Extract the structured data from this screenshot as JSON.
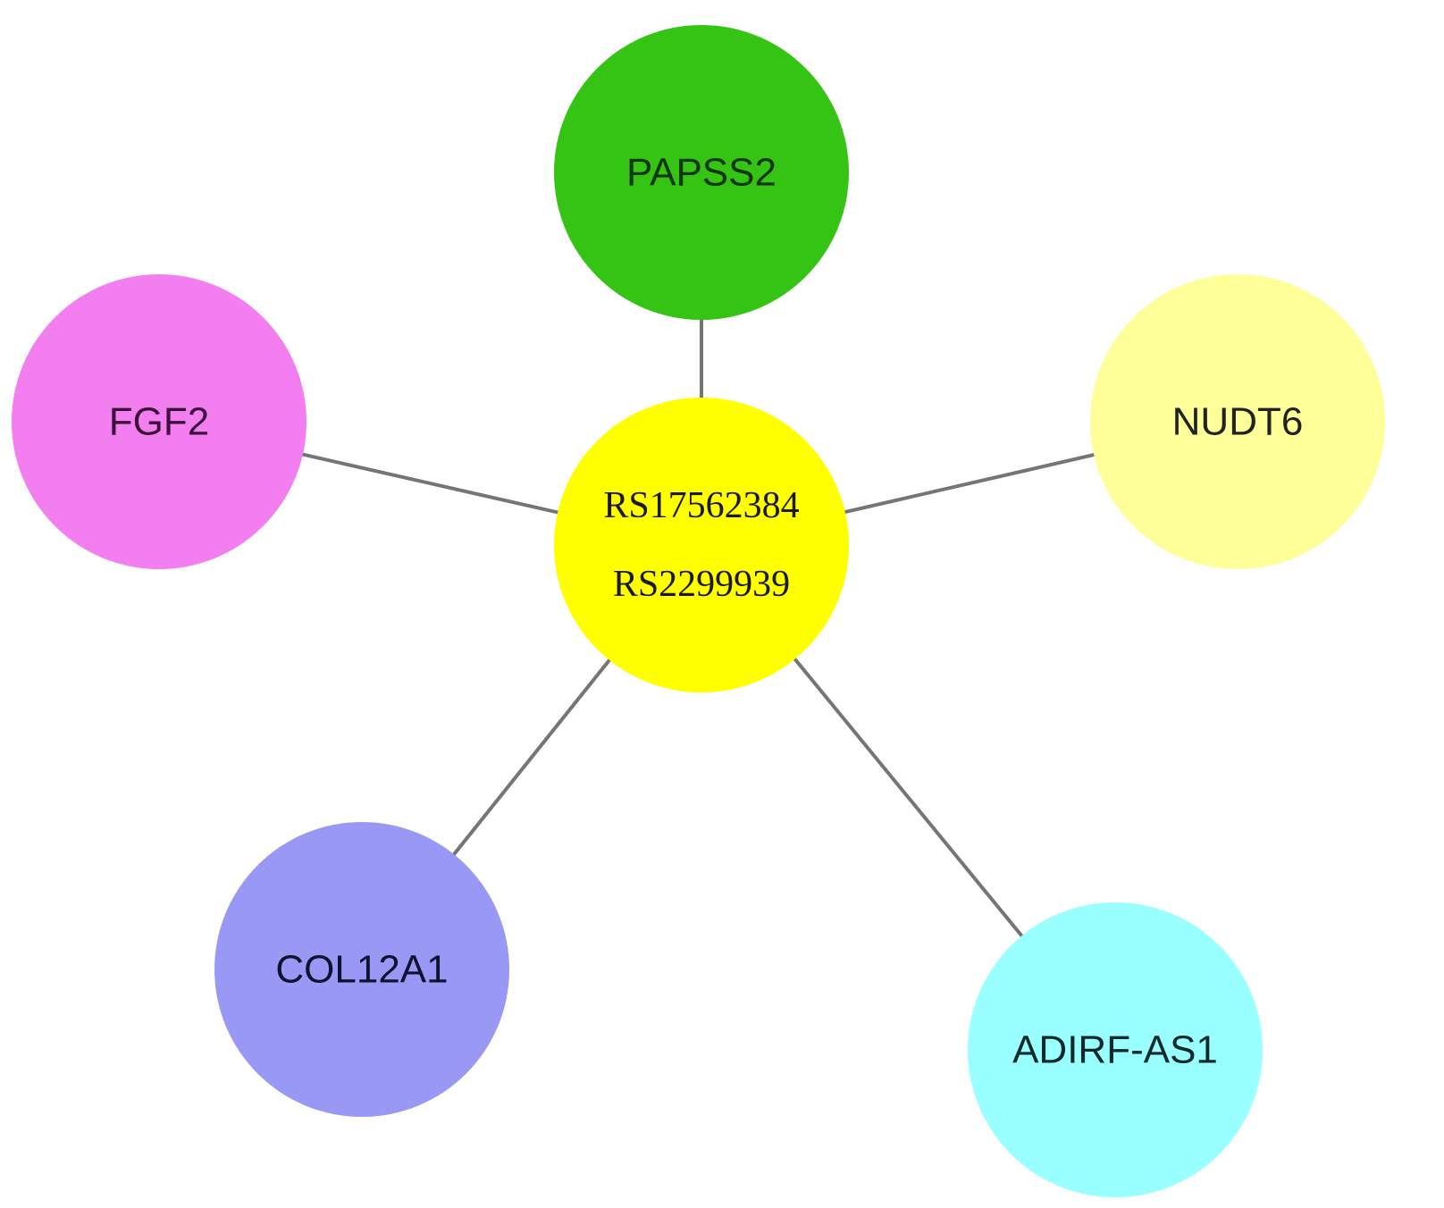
{
  "center": {
    "labels": [
      "RS17562384",
      "RS2299939"
    ],
    "color": "#ffff00"
  },
  "nodes": [
    {
      "id": "papss2",
      "label": "PAPSS2",
      "color": "#35c414",
      "text_color": "#12350a"
    },
    {
      "id": "fgf2",
      "label": "FGF2",
      "color": "#f27ef0",
      "text_color": "#3b0f3a"
    },
    {
      "id": "nudt6",
      "label": "NUDT6",
      "color": "#ffff99",
      "text_color": "#222222"
    },
    {
      "id": "col12a1",
      "label": "COL12A1",
      "color": "#9999f5",
      "text_color": "#111133"
    },
    {
      "id": "adirf-as1",
      "label": "ADIRF-AS1",
      "color": "#99ffff",
      "text_color": "#0f2a2a"
    }
  ],
  "edges": [
    {
      "from": "center",
      "to": "papss2"
    },
    {
      "from": "center",
      "to": "fgf2"
    },
    {
      "from": "center",
      "to": "nudt6"
    },
    {
      "from": "center",
      "to": "col12a1"
    },
    {
      "from": "center",
      "to": "adirf-as1"
    }
  ]
}
